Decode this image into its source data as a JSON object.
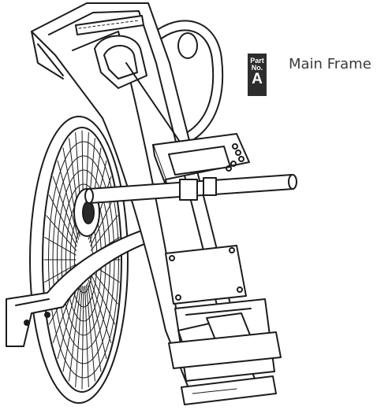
{
  "part": {
    "label_part": "Part",
    "label_no": "No.",
    "letter": "A",
    "name": "Main Frame"
  },
  "colors": {
    "line": "#1c1c1c",
    "badge": "#2d2d2d",
    "fill": "#ffffff"
  },
  "icons": [
    "fan-wheel",
    "monitor",
    "seat-rail",
    "handlebar",
    "foot-stabilizer"
  ]
}
